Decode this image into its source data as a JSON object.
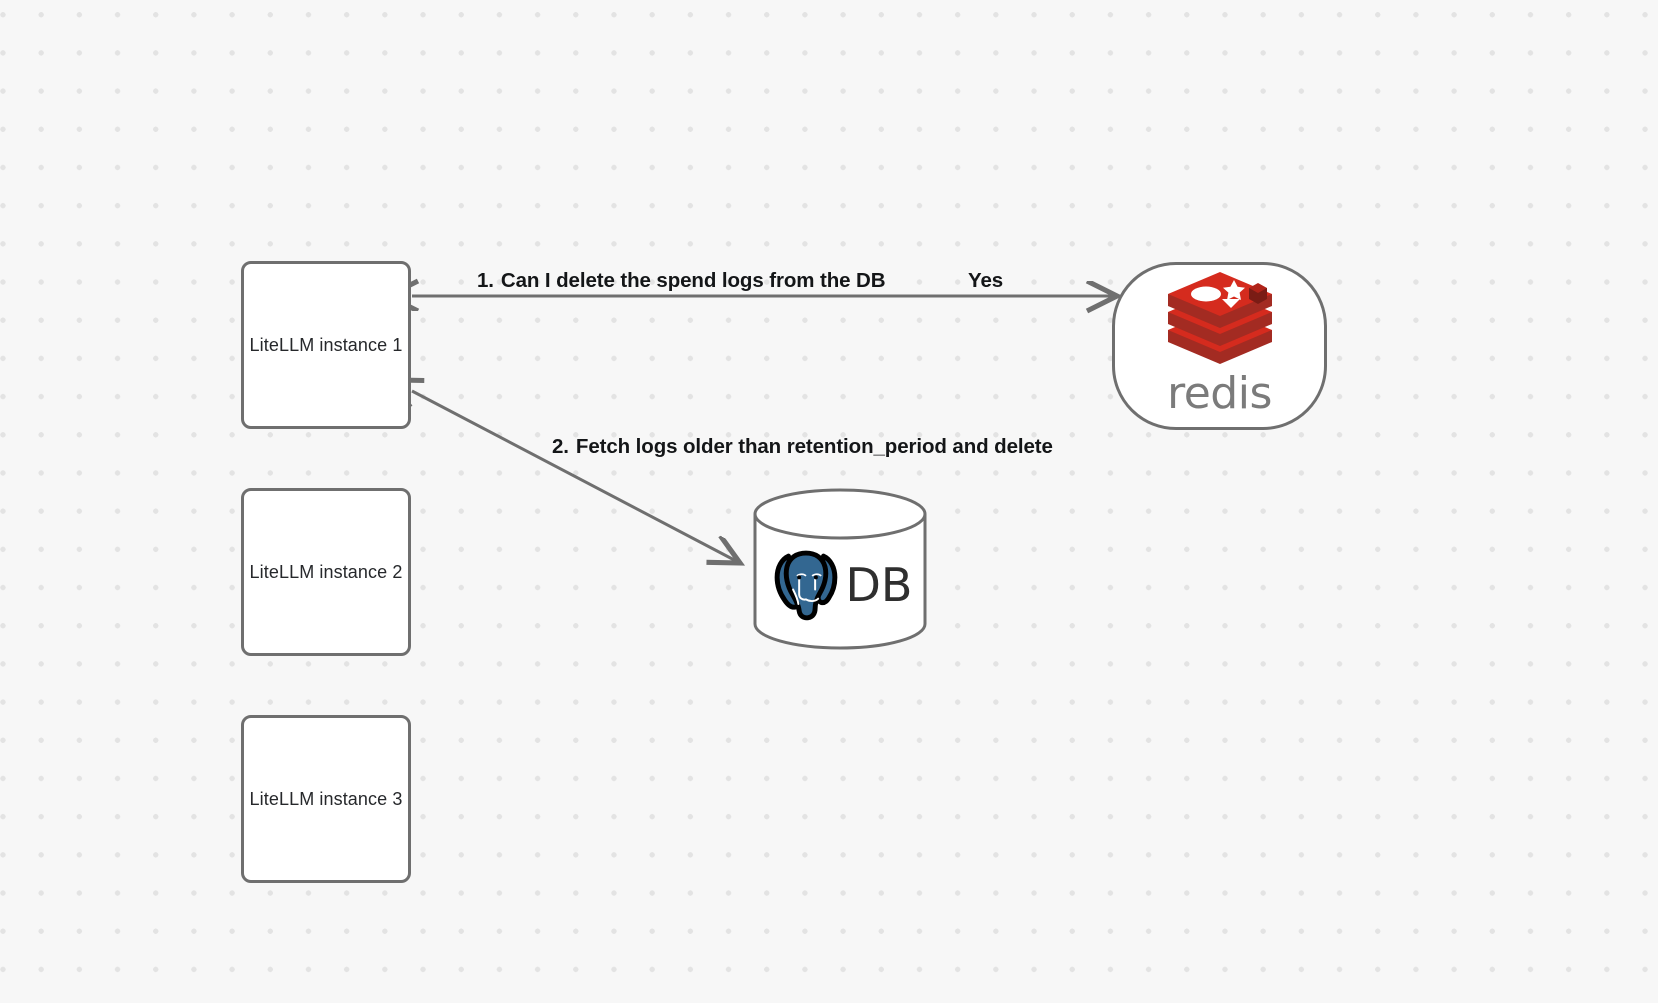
{
  "canvas": {
    "background_color": "#f7f7f7",
    "dot_color": "#e3e3e3"
  },
  "nodes": [
    {
      "id": "litellm-1",
      "label": "LiteLLM instance 1",
      "type": "box"
    },
    {
      "id": "litellm-2",
      "label": "LiteLLM instance 2",
      "type": "box"
    },
    {
      "id": "litellm-3",
      "label": "LiteLLM instance 3",
      "type": "box"
    },
    {
      "id": "redis",
      "label": "redis",
      "type": "rounded",
      "brand_color": "#d52b1e",
      "wordmark_color": "#7b7b7b"
    },
    {
      "id": "db",
      "label": "DB",
      "type": "cylinder",
      "logo": "postgresql-elephant-icon",
      "logo_color": "#336791"
    }
  ],
  "edges": [
    {
      "id": "edge-1",
      "from": "litellm-1",
      "to": "redis",
      "number": "1.",
      "label": "Can I delete the spend logs from the DB",
      "reply_label": "Yes",
      "direction": "bidirectional"
    },
    {
      "id": "edge-2",
      "from": "litellm-1",
      "to": "db",
      "number": "2.",
      "label": "Fetch logs older than retention_period and delete",
      "direction": "bidirectional"
    }
  ],
  "edge_style": {
    "stroke": "#6f6f6f",
    "width": "3"
  }
}
